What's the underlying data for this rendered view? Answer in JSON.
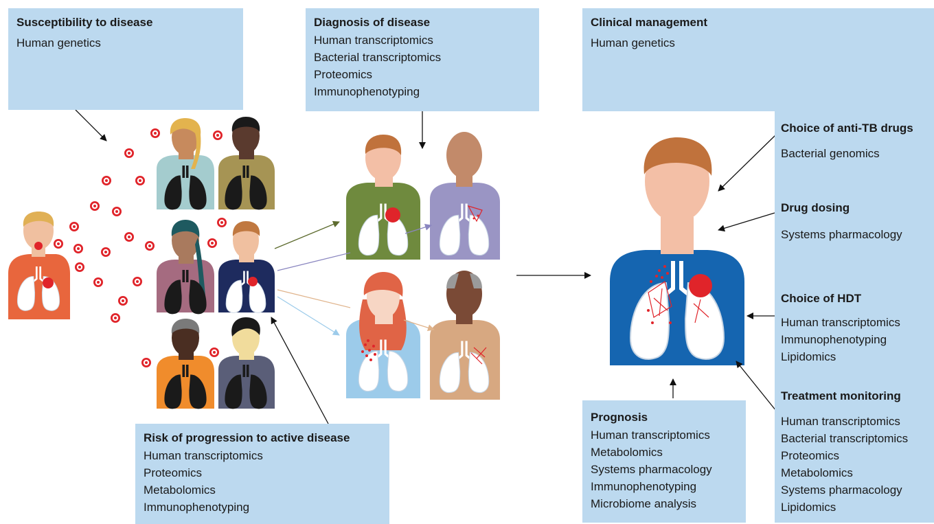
{
  "susceptibility": {
    "title": "Susceptibility to disease",
    "items": [
      "Human genetics"
    ]
  },
  "diagnosis": {
    "title": "Diagnosis of disease",
    "items": [
      "Human transcriptomics",
      "Bacterial transcriptomics",
      "Proteomics",
      "Immunophenotyping"
    ]
  },
  "clinical": {
    "title": "Clinical management",
    "items": [
      "Human genetics"
    ]
  },
  "risk": {
    "title": "Risk of progression to active disease",
    "items": [
      "Human transcriptomics",
      "Proteomics",
      "Metabolomics",
      "Immunophenotyping"
    ]
  },
  "prognosis": {
    "title": "Prognosis",
    "items": [
      "Human transcriptomics",
      "Metabolomics",
      "Systems pharmacology",
      "Immunophenotyping",
      "Microbiome analysis"
    ]
  },
  "anti_tb": {
    "title": "Choice of anti-TB drugs",
    "items": [
      "Bacterial genomics"
    ]
  },
  "dosing": {
    "title": "Drug dosing",
    "items": [
      "Systems pharmacology"
    ]
  },
  "hdt": {
    "title": "Choice of HDT",
    "items": [
      "Human transcriptomics",
      "Immunophenotyping",
      "Lipidomics"
    ]
  },
  "monitoring": {
    "title": "Treatment monitoring",
    "items": [
      "Human transcriptomics",
      "Bacterial transcriptomics",
      "Proteomics",
      "Metabolomics",
      "Systems pharmacology",
      "Lipidomics"
    ]
  },
  "colors": {
    "box": "#bcd9ef",
    "bacteria": "#e0242a",
    "main_shirt": "#1565b0"
  }
}
